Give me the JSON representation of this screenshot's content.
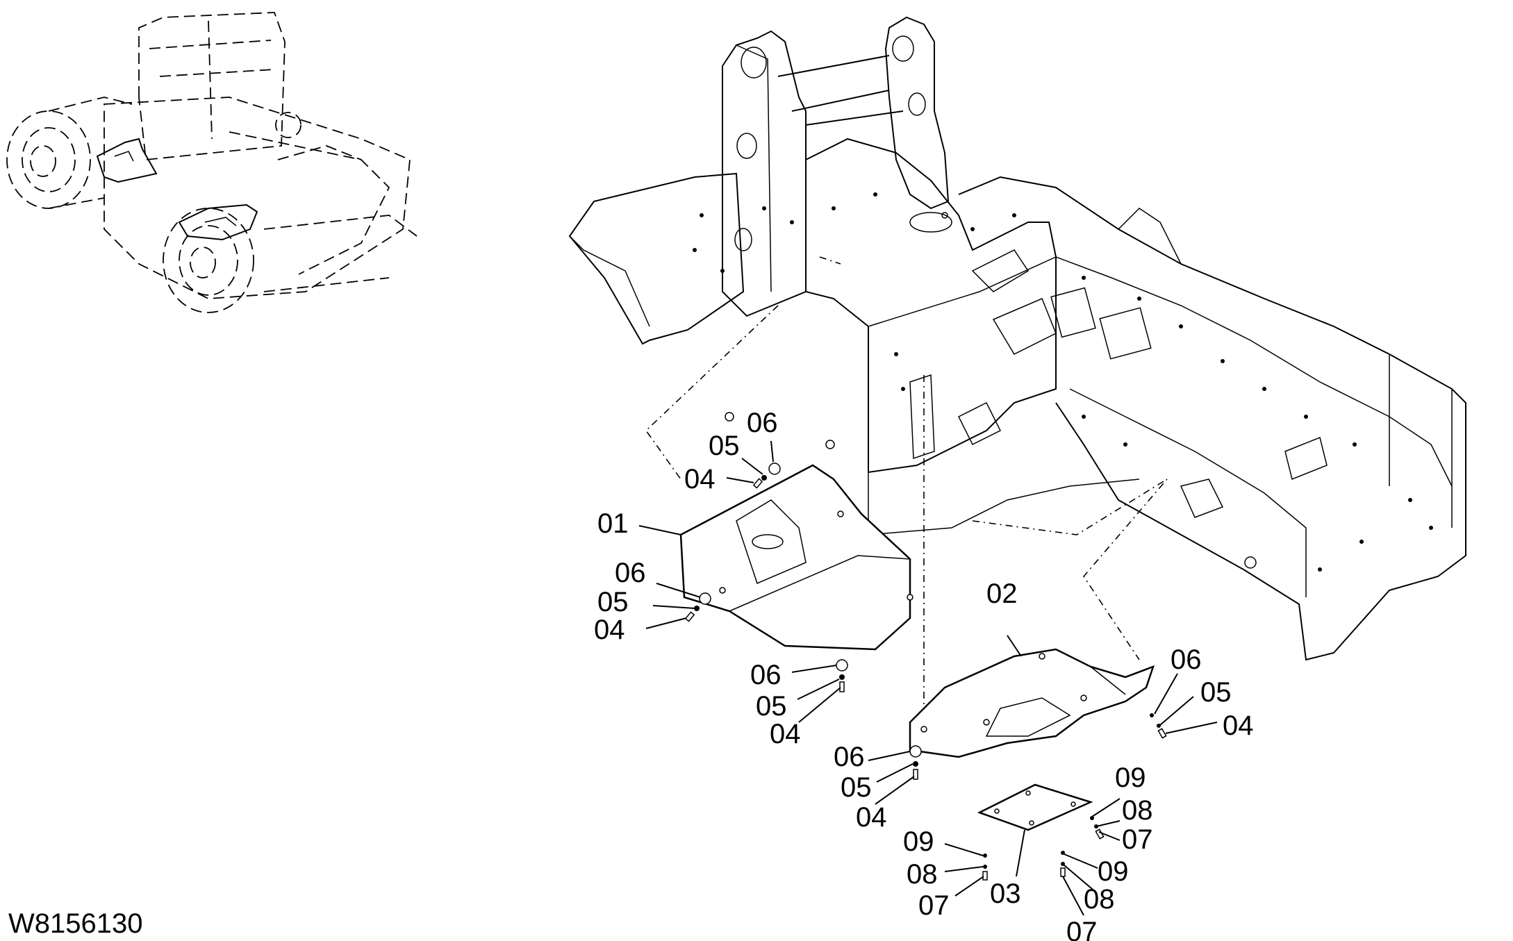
{
  "drawing": {
    "code": "W8156130",
    "line_color": "#000000",
    "background": "#ffffff"
  },
  "labels": [
    {
      "id": "lbl-01",
      "text": "01"
    },
    {
      "id": "lbl-02",
      "text": "02"
    },
    {
      "id": "lbl-03",
      "text": "03"
    },
    {
      "id": "lbl-04-a",
      "text": "04"
    },
    {
      "id": "lbl-05-a",
      "text": "05"
    },
    {
      "id": "lbl-06-a",
      "text": "06"
    },
    {
      "id": "lbl-04-b",
      "text": "04"
    },
    {
      "id": "lbl-05-b",
      "text": "05"
    },
    {
      "id": "lbl-06-b",
      "text": "06"
    },
    {
      "id": "lbl-04-c",
      "text": "04"
    },
    {
      "id": "lbl-05-c",
      "text": "05"
    },
    {
      "id": "lbl-06-c",
      "text": "06"
    },
    {
      "id": "lbl-04-d",
      "text": "04"
    },
    {
      "id": "lbl-05-d",
      "text": "05"
    },
    {
      "id": "lbl-06-d",
      "text": "06"
    },
    {
      "id": "lbl-04-e",
      "text": "04"
    },
    {
      "id": "lbl-05-e",
      "text": "05"
    },
    {
      "id": "lbl-06-e",
      "text": "06"
    },
    {
      "id": "lbl-07-a",
      "text": "07"
    },
    {
      "id": "lbl-08-a",
      "text": "08"
    },
    {
      "id": "lbl-09-a",
      "text": "09"
    },
    {
      "id": "lbl-07-b",
      "text": "07"
    },
    {
      "id": "lbl-08-b",
      "text": "08"
    },
    {
      "id": "lbl-09-b",
      "text": "09"
    },
    {
      "id": "lbl-07-c",
      "text": "07"
    },
    {
      "id": "lbl-08-c",
      "text": "08"
    },
    {
      "id": "lbl-09-c",
      "text": "09"
    }
  ],
  "icons": {
    "overview": "vehicle-overview-icon",
    "frame": "chassis-frame-drawing"
  }
}
